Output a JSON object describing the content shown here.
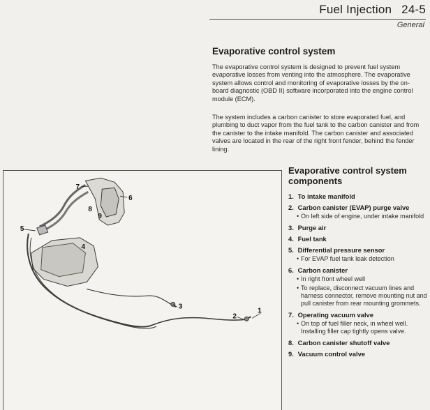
{
  "header": {
    "title": "Fuel Injection",
    "section": "24-5",
    "subtitle": "General"
  },
  "main": {
    "title": "Evaporative control system",
    "paragraphs": [
      "The evaporative control system is designed to prevent fuel system evaporative losses from venting into the atmosphere. The evaporative system allows control and monitoring of evaporative losses by the on-board diagnostic (OBD II) software incorporated into the engine control module (ECM).",
      "The system includes a carbon canister to store evaporated fuel, and plumbing to duct vapor from the fuel tank to the carbon canister and from the canister to the intake manifold. The carbon canister and associated valves are located in the rear of the right front fender, behind the fender lining."
    ]
  },
  "figure": {
    "callouts": [
      "1",
      "2",
      "3",
      "4",
      "5",
      "6",
      "7",
      "8",
      "9"
    ]
  },
  "components": {
    "title": "Evaporative control system components",
    "items": [
      {
        "number": "1.",
        "label": "To intake manifold",
        "notes": []
      },
      {
        "number": "2.",
        "label": "Carbon canister (EVAP) purge valve",
        "notes": [
          "On left side of engine, under intake manifold"
        ]
      },
      {
        "number": "3.",
        "label": "Purge air",
        "notes": []
      },
      {
        "number": "4.",
        "label": "Fuel tank",
        "notes": []
      },
      {
        "number": "5.",
        "label": "Differential pressure sensor",
        "notes": [
          "For EVAP fuel tank leak detection"
        ]
      },
      {
        "number": "6.",
        "label": "Carbon canister",
        "notes": [
          "In right front wheel well",
          "To replace, disconnect vacuum lines and harness connector, remove mounting nut and pull canister from rear mounting grommets."
        ]
      },
      {
        "number": "7.",
        "label": "Operating vacuum valve",
        "notes": [
          "On top of fuel filler neck, in wheel well. Installing filler cap tightly opens valve."
        ]
      },
      {
        "number": "8.",
        "label": "Carbon canister shutoff valve",
        "notes": []
      },
      {
        "number": "9.",
        "label": "Vacuum control valve",
        "notes": []
      }
    ]
  }
}
